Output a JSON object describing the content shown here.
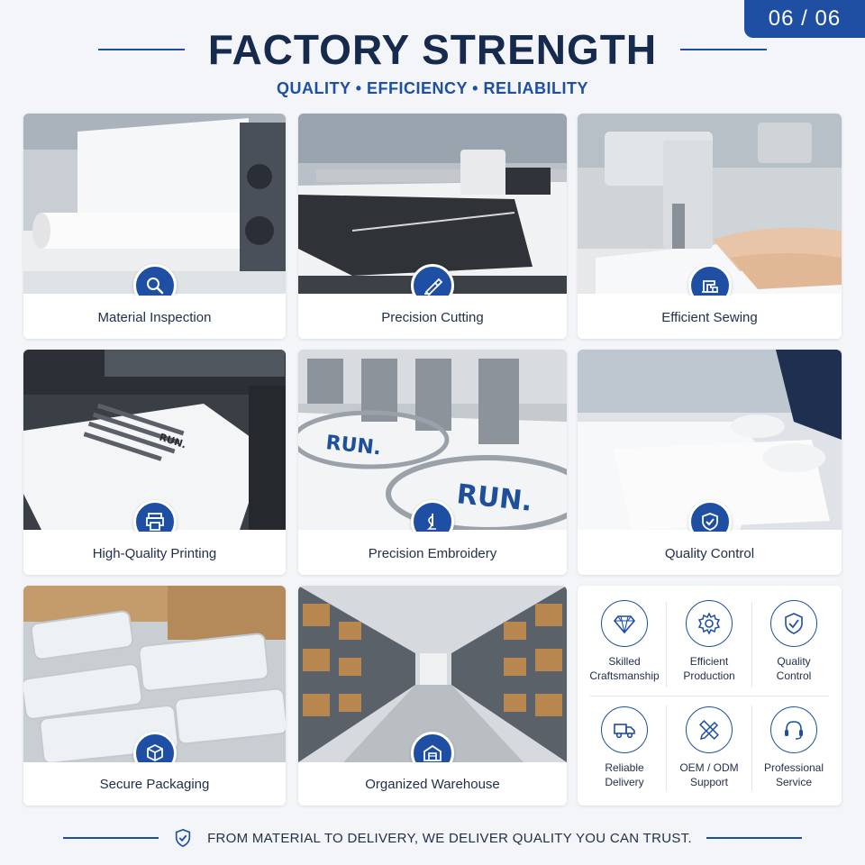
{
  "page_indicator": "06 / 06",
  "header": {
    "title": "FACTORY STRENGTH",
    "subtitle": "QUALITY • EFFICIENCY • RELIABILITY"
  },
  "cards": [
    {
      "label": "Material Inspection",
      "icon": "magnifier-icon"
    },
    {
      "label": "Precision Cutting",
      "icon": "cutter-icon"
    },
    {
      "label": "Efficient Sewing",
      "icon": "sewing-machine-icon"
    },
    {
      "label": "High-Quality Printing",
      "icon": "printer-icon"
    },
    {
      "label": "Precision Embroidery",
      "icon": "needle-thread-icon"
    },
    {
      "label": "Quality Control",
      "icon": "shield-check-icon"
    },
    {
      "label": "Secure Packaging",
      "icon": "box-icon"
    },
    {
      "label": "Organized Warehouse",
      "icon": "warehouse-icon"
    }
  ],
  "photo_text": {
    "print_mark": "RUN.",
    "embroidery_mark_1": "RUN.",
    "embroidery_mark_2": "RUN."
  },
  "features": [
    {
      "label": "Skilled\nCraftsmanship",
      "icon": "diamond-icon"
    },
    {
      "label": "Efficient\nProduction",
      "icon": "gear-icon"
    },
    {
      "label": "Quality\nControl",
      "icon": "shield-check-icon"
    },
    {
      "label": "Reliable\nDelivery",
      "icon": "truck-icon"
    },
    {
      "label": "OEM / ODM\nSupport",
      "icon": "ruler-pencil-icon"
    },
    {
      "label": "Professional\nService",
      "icon": "headset-icon"
    }
  ],
  "footer": {
    "text": "FROM MATERIAL TO DELIVERY, WE DELIVER QUALITY YOU CAN TRUST.",
    "icon": "shield-check-icon"
  },
  "colors": {
    "accent": "#1e4fa3",
    "title": "#152a4d",
    "background": "#f3f5f8"
  }
}
